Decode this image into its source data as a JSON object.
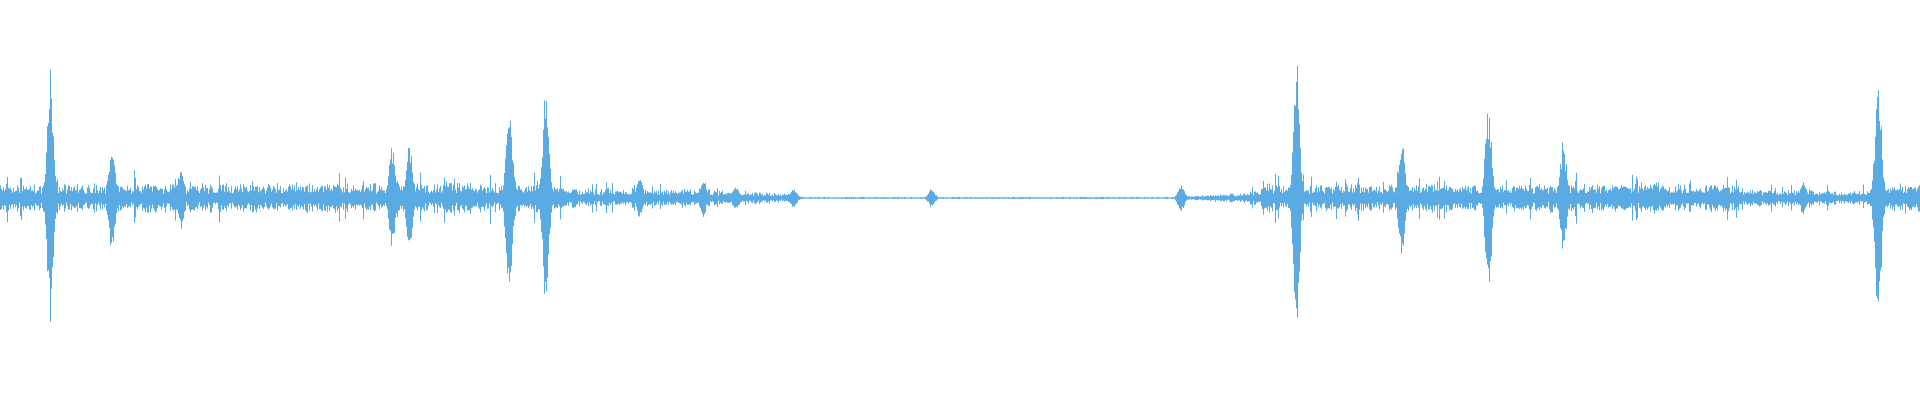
{
  "waveform": {
    "color": "#5aaae4",
    "background": "#ffffff",
    "duration_fraction_visible": 1.0,
    "events": [
      {
        "t": 0.026,
        "peak": 0.92
      },
      {
        "t": 0.058,
        "peak": 0.4
      },
      {
        "t": 0.094,
        "peak": 0.22
      },
      {
        "t": 0.204,
        "peak": 0.38
      },
      {
        "t": 0.213,
        "peak": 0.4
      },
      {
        "t": 0.265,
        "peak": 0.72
      },
      {
        "t": 0.284,
        "peak": 0.78
      },
      {
        "t": 0.333,
        "peak": 0.14
      },
      {
        "t": 0.366,
        "peak": 0.14
      },
      {
        "t": 0.383,
        "peak": 0.1
      },
      {
        "t": 0.413,
        "peak": 0.08
      },
      {
        "t": 0.485,
        "peak": 0.07
      },
      {
        "t": 0.615,
        "peak": 0.1
      },
      {
        "t": 0.675,
        "peak": 0.97
      },
      {
        "t": 0.73,
        "peak": 0.42
      },
      {
        "t": 0.775,
        "peak": 0.68
      },
      {
        "t": 0.814,
        "peak": 0.4
      },
      {
        "t": 0.862,
        "peak": 0.12
      },
      {
        "t": 0.939,
        "peak": 0.13
      },
      {
        "t": 0.978,
        "peak": 0.9
      }
    ],
    "envelope": [
      {
        "t": 0.0,
        "level": 0.1
      },
      {
        "t": 0.27,
        "level": 0.11
      },
      {
        "t": 0.3,
        "level": 0.07
      },
      {
        "t": 0.38,
        "level": 0.06
      },
      {
        "t": 0.41,
        "level": 0.03
      },
      {
        "t": 0.42,
        "level": 0.008
      },
      {
        "t": 0.61,
        "level": 0.008
      },
      {
        "t": 0.65,
        "level": 0.04
      },
      {
        "t": 0.66,
        "level": 0.1
      },
      {
        "t": 0.9,
        "level": 0.1
      },
      {
        "t": 0.92,
        "level": 0.06
      },
      {
        "t": 0.96,
        "level": 0.05
      },
      {
        "t": 1.0,
        "level": 0.1
      }
    ]
  }
}
